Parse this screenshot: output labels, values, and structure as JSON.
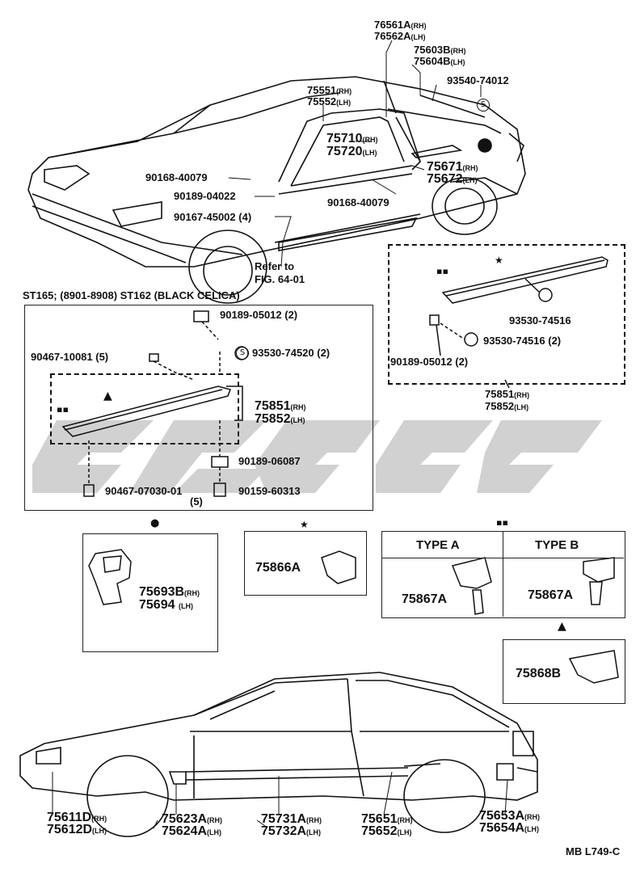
{
  "top_labels": {
    "p76561": "76561A",
    "p76562": "76562A",
    "p75603": "75603B",
    "p75604": "75604B",
    "p93540": "93540-74012",
    "p75551": "75551",
    "p75552": "75552",
    "p75710": "75710",
    "p75720": "75720",
    "p75671": "75671",
    "p75672": "75672",
    "p90168a": "90168-40079",
    "p90189a": "90189-04022",
    "p90167": "90167-45002",
    "p90167_qty": "(4)",
    "p90168b": "90168-40079",
    "refer1": "Refer to",
    "refer2": "FIG. 64-01",
    "rh": "(RH)",
    "lh": "(LH)"
  },
  "st_header": "ST165; (8901-8908) ST162 (BLACK CELICA)",
  "left_box": {
    "p90189_05012": "90189-05012 (2)",
    "p93530_74520": "93530-74520 (2)",
    "p90467_10081": "90467-10081 (5)",
    "p75851": "75851",
    "p75852": "75852",
    "p90189_06087": "90189-06087",
    "p90467_07030": "90467-07030-01",
    "p90467_07030_qty": "(5)",
    "p90159_60313": "90159-60313"
  },
  "right_box": {
    "p93530_74516a": "93530-74516",
    "p93530_74516b": "93530-74516 (2)",
    "p90189_05012": "90189-05012 (2)",
    "p75851": "75851",
    "p75852": "75852"
  },
  "detail_boxes": {
    "clip_p75693": "75693B",
    "clip_p75694": "75694",
    "star_p75866": "75866A",
    "type_a": "TYPE A",
    "type_b": "TYPE B",
    "type_a_part": "75867A",
    "type_b_part": "75867A",
    "tri_p75868": "75868B"
  },
  "bottom_labels": {
    "p75611": "75611D",
    "p75612": "75612D",
    "p75623": "75623A",
    "p75624": "75624A",
    "p75731": "75731A",
    "p75732": "75732A",
    "p75651": "75651",
    "p75652": "75652",
    "p75653": "75653A",
    "p75654": "75654A"
  },
  "footer_code": "MB L749-C",
  "watermark_color": "#c9c9c9",
  "symbols": {
    "circle_s": "S",
    "dot": "●",
    "star": "★",
    "square_grid": "▪▪",
    "triangle": "▲"
  }
}
